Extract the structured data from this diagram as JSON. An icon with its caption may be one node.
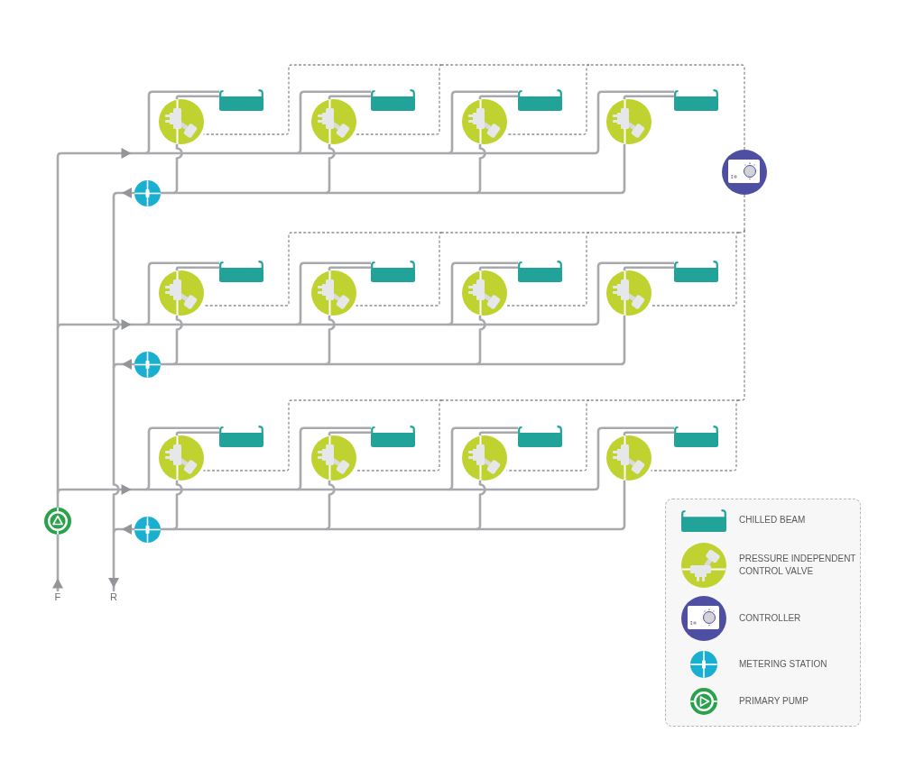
{
  "diagram": {
    "nodes": [
      {
        "text": [],
        "shape": "circle"
      },
      {
        "text": [],
        "shape": "box"
      },
      {
        "text": [],
        "shape": "circle"
      },
      {
        "text": [],
        "shape": "box"
      },
      {
        "text": [],
        "shape": "circle"
      },
      {
        "text": [],
        "shape": "box"
      },
      {
        "text": [],
        "shape": "circle"
      },
      {
        "text": [],
        "shape": "box"
      },
      {
        "text": [],
        "shape": "circle"
      },
      {
        "text": [],
        "shape": "circle"
      },
      {
        "text": [],
        "shape": "circle"
      },
      {
        "text": [],
        "shape": "box"
      },
      {
        "text": [],
        "shape": "circle"
      },
      {
        "text": [],
        "shape": "box"
      },
      {
        "text": [],
        "shape": "circle"
      },
      {
        "text": [],
        "shape": "box"
      },
      {
        "text": [],
        "shape": "circle"
      },
      {
        "text": [],
        "shape": "box"
      },
      {
        "text": [],
        "shape": "circle"
      },
      {
        "text": [],
        "shape": "circle"
      },
      {
        "text": [],
        "shape": "box"
      },
      {
        "text": [],
        "shape": "circle"
      },
      {
        "text": [],
        "shape": "box"
      },
      {
        "text": [],
        "shape": "circle"
      },
      {
        "text": [],
        "shape": "box"
      },
      {
        "text": [],
        "shape": "circle"
      },
      {
        "text": [],
        "shape": "box"
      },
      {
        "text": [],
        "shape": "circle"
      },
      {
        "text": [],
        "shape": "circle"
      },
      {
        "text": [
          "F"
        ]
      },
      {
        "text": [
          "R"
        ]
      }
    ],
    "edges": [
      {
        "from": 29,
        "to": 27,
        "arrow": "to"
      },
      {
        "from": 27,
        "to": 1,
        "arrow": "to"
      },
      {
        "from": 27,
        "to": 3,
        "arrow": "to"
      },
      {
        "from": 27,
        "to": 5,
        "arrow": "to"
      },
      {
        "from": 27,
        "to": 7,
        "arrow": "to"
      },
      {
        "from": 27,
        "to": 11,
        "arrow": "to"
      },
      {
        "from": 27,
        "to": 13,
        "arrow": "to"
      },
      {
        "from": 27,
        "to": 15,
        "arrow": "to"
      },
      {
        "from": 27,
        "to": 17,
        "arrow": "to"
      },
      {
        "from": 27,
        "to": 20,
        "arrow": "to"
      },
      {
        "from": 27,
        "to": 22,
        "arrow": "to"
      },
      {
        "from": 27,
        "to": 24,
        "arrow": "to"
      },
      {
        "from": 27,
        "to": 26,
        "arrow": "to"
      },
      {
        "from": 1,
        "to": 0,
        "arrow": "none"
      },
      {
        "from": 3,
        "to": 2,
        "arrow": "none"
      },
      {
        "from": 5,
        "to": 4,
        "arrow": "none"
      },
      {
        "from": 7,
        "to": 6,
        "arrow": "none"
      },
      {
        "from": 11,
        "to": 10,
        "arrow": "none"
      },
      {
        "from": 13,
        "to": 12,
        "arrow": "none"
      },
      {
        "from": 15,
        "to": 14,
        "arrow": "none"
      },
      {
        "from": 17,
        "to": 16,
        "arrow": "none"
      },
      {
        "from": 20,
        "to": 19,
        "arrow": "none"
      },
      {
        "from": 22,
        "to": 21,
        "arrow": "none"
      },
      {
        "from": 24,
        "to": 23,
        "arrow": "none"
      },
      {
        "from": 26,
        "to": 25,
        "arrow": "none"
      },
      {
        "from": 0,
        "to": 9,
        "arrow": "none"
      },
      {
        "from": 2,
        "to": 9,
        "arrow": "none"
      },
      {
        "from": 4,
        "to": 9,
        "arrow": "none"
      },
      {
        "from": 6,
        "to": 9,
        "arrow": "none"
      },
      {
        "from": 10,
        "to": 18,
        "arrow": "none"
      },
      {
        "from": 12,
        "to": 18,
        "arrow": "none"
      },
      {
        "from": 14,
        "to": 18,
        "arrow": "none"
      },
      {
        "from": 16,
        "to": 18,
        "arrow": "none"
      },
      {
        "from": 19,
        "to": 28,
        "arrow": "none"
      },
      {
        "from": 21,
        "to": 28,
        "arrow": "none"
      },
      {
        "from": 23,
        "to": 28,
        "arrow": "none"
      },
      {
        "from": 25,
        "to": 28,
        "arrow": "none"
      },
      {
        "from": 9,
        "to": 30,
        "arrow": "to"
      },
      {
        "from": 18,
        "to": 30,
        "arrow": "to"
      },
      {
        "from": 28,
        "to": 30,
        "arrow": "to"
      },
      {
        "from": 8,
        "to": 0,
        "arrow": "none",
        "style": "dashed"
      },
      {
        "from": 8,
        "to": 2,
        "arrow": "none",
        "style": "dashed"
      },
      {
        "from": 8,
        "to": 4,
        "arrow": "none",
        "style": "dashed"
      },
      {
        "from": 8,
        "to": 10,
        "arrow": "none",
        "style": "dashed"
      },
      {
        "from": 8,
        "to": 12,
        "arrow": "none",
        "style": "dashed"
      },
      {
        "from": 8,
        "to": 14,
        "arrow": "none",
        "style": "dashed"
      },
      {
        "from": 8,
        "to": 16,
        "arrow": "none",
        "style": "dashed"
      },
      {
        "from": 8,
        "to": 19,
        "arrow": "none",
        "style": "dashed"
      },
      {
        "from": 8,
        "to": 21,
        "arrow": "none",
        "style": "dashed"
      },
      {
        "from": 8,
        "to": 23,
        "arrow": "none",
        "style": "dashed"
      },
      {
        "from": 8,
        "to": 25,
        "arrow": "none",
        "style": "dashed"
      }
    ],
    "legend": [
      {
        "text": "CHILLED BEAM"
      },
      {
        "text": "PRESSURE INDEPENDENT CONTROL VALVE"
      },
      {
        "text": "CONTROLLER"
      },
      {
        "text": "METERING STATION"
      },
      {
        "text": "PRIMARY PUMP"
      }
    ]
  }
}
